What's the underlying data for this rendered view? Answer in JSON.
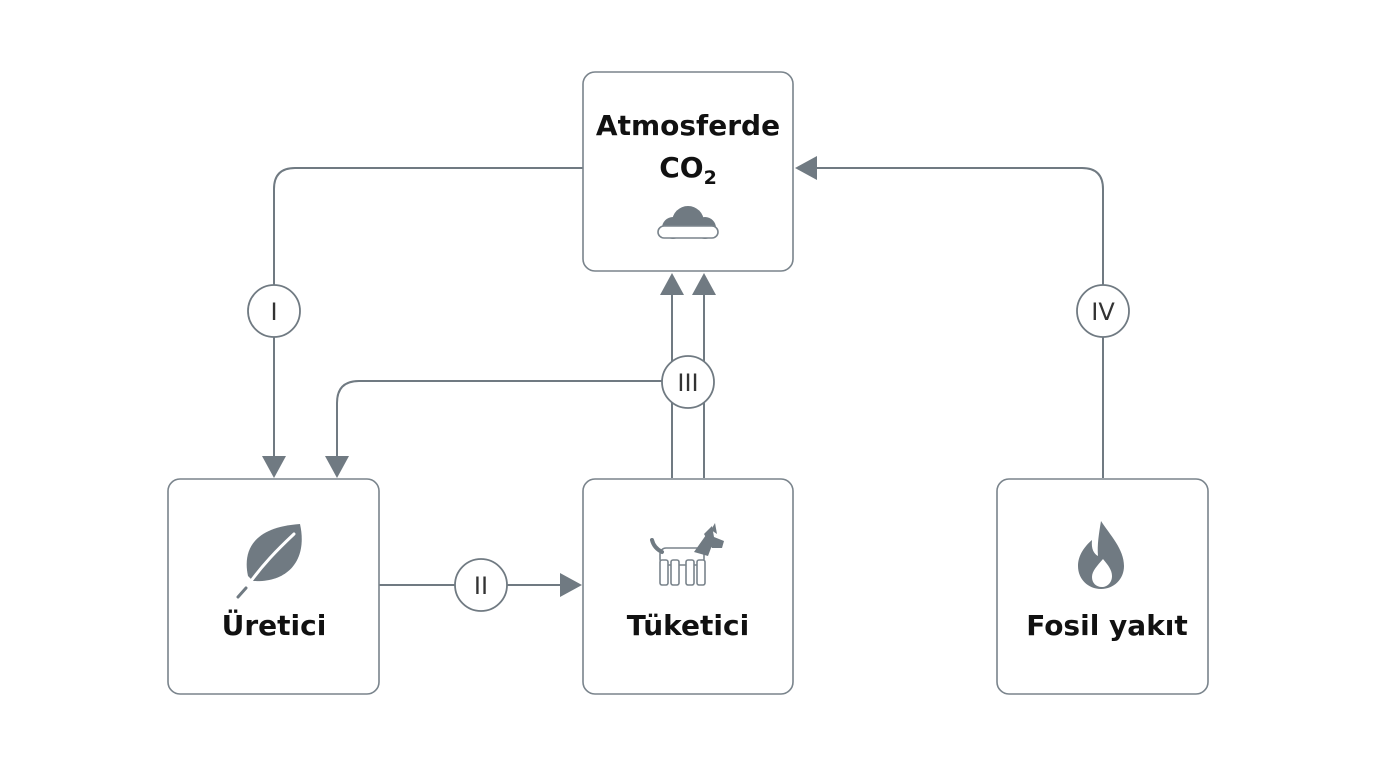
{
  "nodes": {
    "atmosphere": {
      "line1": "Atmosferde",
      "co": "CO",
      "subscript": "2",
      "icon": "cloud-icon"
    },
    "producer": {
      "label": "Üretici",
      "icon": "leaf-icon"
    },
    "consumer": {
      "label": "Tüketici",
      "icon": "dog-icon"
    },
    "fossil": {
      "label": "Fosil yakıt",
      "icon": "flame-icon"
    }
  },
  "processes": {
    "p1": "I",
    "p2": "II",
    "p3": "III",
    "p4": "IV"
  },
  "colors": {
    "line": "#707a82",
    "box_border": "#7a848c",
    "text": "#111111"
  }
}
